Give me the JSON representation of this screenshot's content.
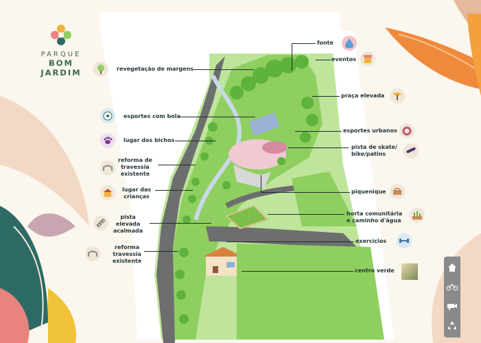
{
  "logo": {
    "line1": "PARQUE",
    "line2": "BOM JARDIM"
  },
  "legend": [
    {
      "key": "fonte",
      "label": "fonte",
      "icon": "water-drop-icon"
    },
    {
      "key": "eventos",
      "label": "eventos",
      "icon": "market-stall-icon"
    },
    {
      "key": "revegetacao",
      "label": "revegetação de margens",
      "icon": "tree-icon"
    },
    {
      "key": "praca",
      "label": "praça elevada",
      "icon": "table-icon"
    },
    {
      "key": "esportes_bola",
      "label": "esportes com bola",
      "icon": "soccer-ball-icon"
    },
    {
      "key": "esportes_urbanos",
      "label": "esportes urbanos",
      "icon": "ring-icon"
    },
    {
      "key": "bichos",
      "label": "lugar dos bichos",
      "icon": "paw-icon"
    },
    {
      "key": "skate",
      "label": "pista de skate/\nbike/patins",
      "icon": "skateboard-icon"
    },
    {
      "key": "travessia1",
      "label": "reforma de\ntravessia\nexistente",
      "icon": "bridge-icon"
    },
    {
      "key": "piquenique",
      "label": "piquenique",
      "icon": "picnic-basket-icon"
    },
    {
      "key": "criancas",
      "label": "lugar das\ncrianças",
      "icon": "playhouse-icon"
    },
    {
      "key": "horta",
      "label": "horta comunitária\ne caminho d'água",
      "icon": "garden-icon"
    },
    {
      "key": "pista_elevada",
      "label": "pista\nelevada\nacalmada",
      "icon": "crosswalk-icon"
    },
    {
      "key": "exercicios",
      "label": "exercícios",
      "icon": "dumbbell-icon"
    },
    {
      "key": "travessia2",
      "label": "reforma\ntravessia\nexistente",
      "icon": "bridge-icon"
    },
    {
      "key": "centro_verde",
      "label": "centro verde",
      "icon": "building-icon"
    }
  ],
  "toolbar": [
    {
      "name": "home-icon"
    },
    {
      "name": "bicycle-icon"
    },
    {
      "name": "camera-icon"
    },
    {
      "name": "recycle-icon"
    }
  ],
  "colors": {
    "grass": "#8fcf5f",
    "road": "#6d6e6e",
    "background": "#fbf6ee",
    "accent_orange": "#ef8a3c",
    "text": "#24363a"
  }
}
